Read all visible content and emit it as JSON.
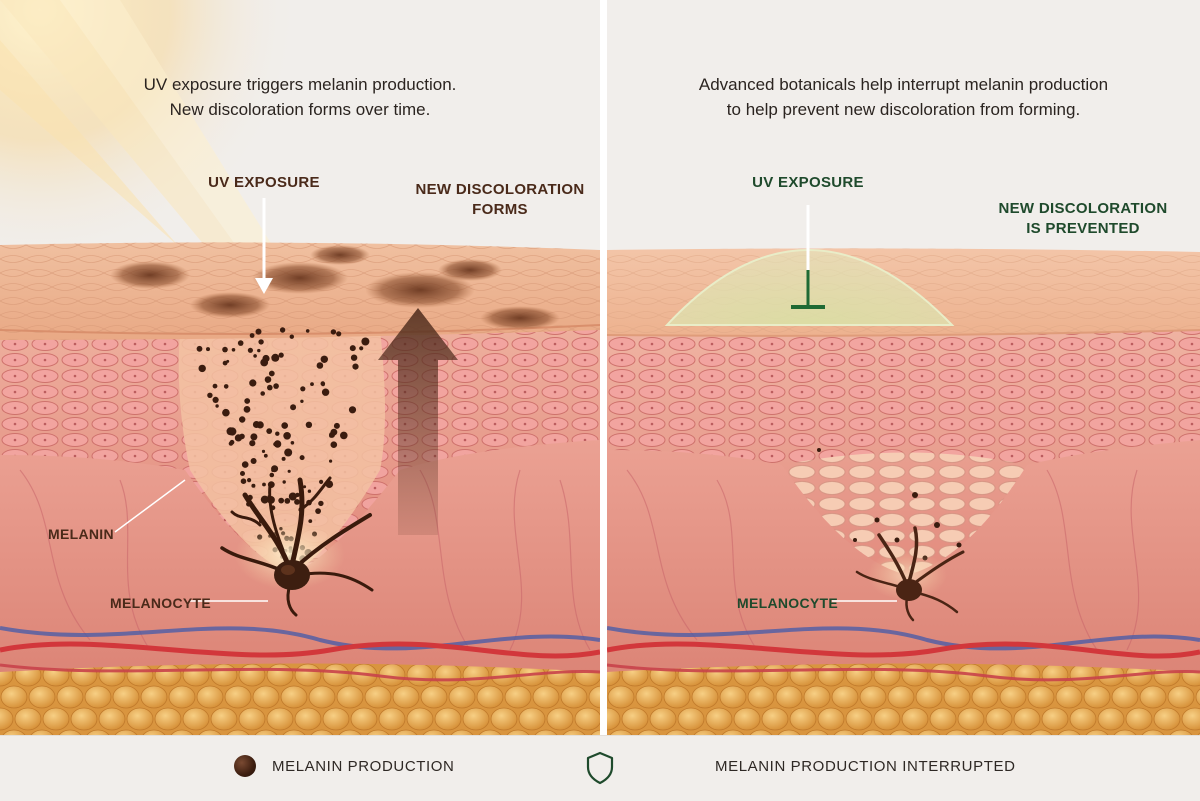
{
  "left": {
    "caption_line1": "UV exposure triggers melanin production.",
    "caption_line2": "New discoloration forms over time.",
    "uv_label": "UV EXPOSURE",
    "forms_label_line1": "NEW DISCOLORATION",
    "forms_label_line2": "FORMS",
    "melanin_label": "MELANIN",
    "melanocyte_label": "MELANOCYTE"
  },
  "right": {
    "caption_line1": "Advanced botanicals help interrupt melanin production",
    "caption_line2": "to help prevent new discoloration from forming.",
    "uv_label": "UV EXPOSURE",
    "prevented_label_line1": "NEW DISCOLORATION",
    "prevented_label_line2": "IS PREVENTED",
    "melanocyte_label": "MELANOCYTE"
  },
  "legend": {
    "melanin_production": "MELANIN PRODUCTION",
    "melanin_interrupted": "MELANIN PRODUCTION INTERRUPTED",
    "melanin_dot_icon": "melanin-dot-icon",
    "shield_icon": "shield-icon"
  },
  "colors": {
    "background": "#f1eeeb",
    "dark_label": "#4a2a1a",
    "green_label": "#1f4a2c",
    "melanin": "#3d1e10",
    "epidermis": "#e9a08f",
    "dermis": "#e59a8c",
    "fat": "#e0a046",
    "surface": "#eeb692"
  }
}
